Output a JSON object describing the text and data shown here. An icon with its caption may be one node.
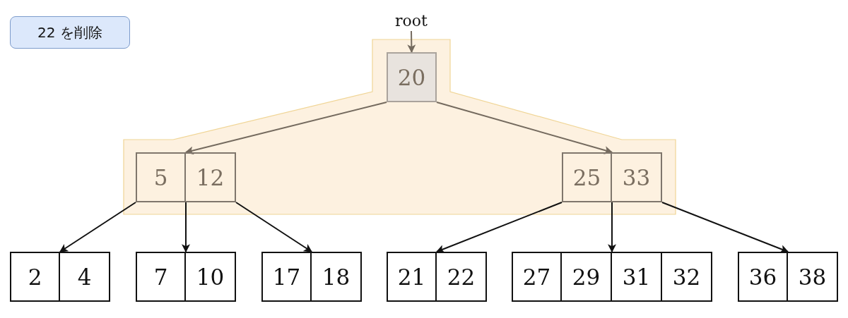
{
  "diagram": {
    "nodes": [
      {
        "text": [
          "22 を削除"
        ]
      },
      {
        "text": [
          "root"
        ]
      },
      {
        "text": [
          "20"
        ]
      },
      {
        "text": [
          "5",
          "12"
        ]
      },
      {
        "text": [
          "25",
          "33"
        ]
      },
      {
        "text": [
          "2",
          "4"
        ]
      },
      {
        "text": [
          "7",
          "10"
        ]
      },
      {
        "text": [
          "17",
          "18"
        ]
      },
      {
        "text": [
          "21",
          "22"
        ]
      },
      {
        "text": [
          "27",
          "29",
          "31",
          "32"
        ]
      },
      {
        "text": [
          "36",
          "38"
        ]
      }
    ],
    "edges": [
      {
        "from": 1,
        "to": 2,
        "arrow": "to",
        "color": "#746a5e"
      },
      {
        "from": 2,
        "to": 3,
        "arrow": "to",
        "color": "#746a5e"
      },
      {
        "from": 2,
        "to": 4,
        "arrow": "to",
        "color": "#746a5e"
      },
      {
        "from": 3,
        "to": 5,
        "arrow": "to"
      },
      {
        "from": 3,
        "to": 6,
        "arrow": "to"
      },
      {
        "from": 3,
        "to": 7,
        "arrow": "to"
      },
      {
        "from": 4,
        "to": 8,
        "arrow": "to"
      },
      {
        "from": 4,
        "to": 9,
        "arrow": "to"
      },
      {
        "from": 4,
        "to": 10,
        "arrow": "to"
      }
    ]
  }
}
